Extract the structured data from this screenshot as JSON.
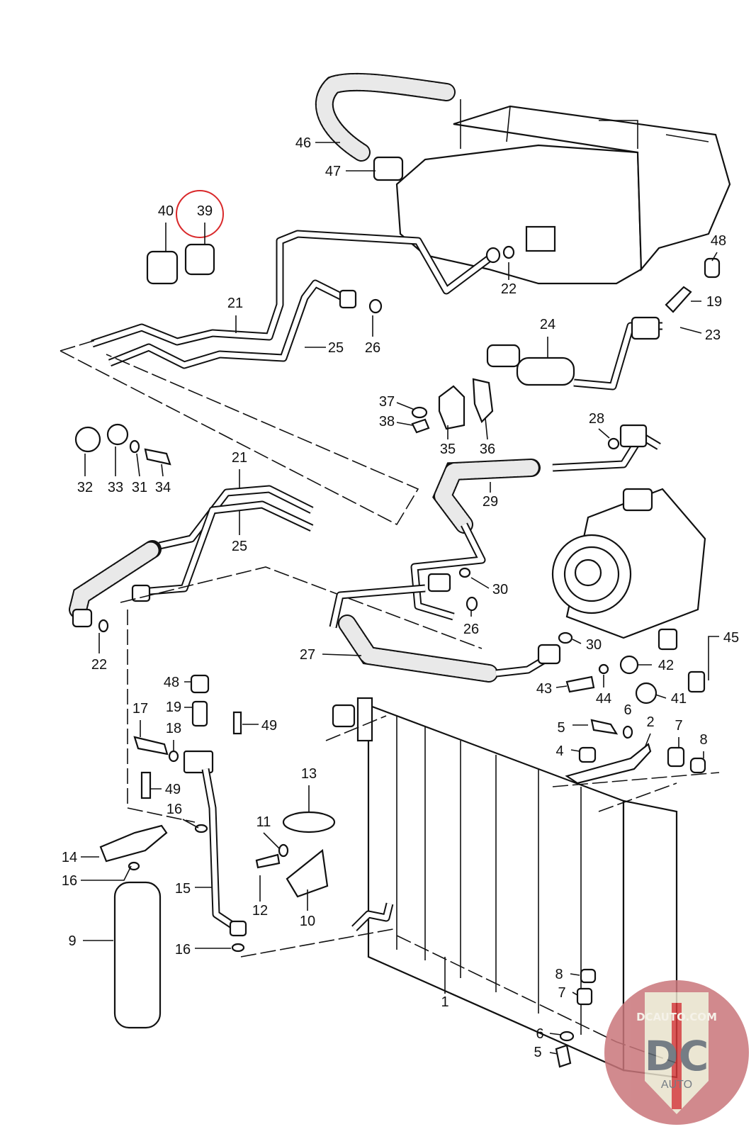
{
  "diagram": {
    "highlighted_callout": "39",
    "highlight_color": "#d9292b",
    "callouts": [
      "46",
      "47",
      "40",
      "39",
      "48",
      "22",
      "19",
      "21",
      "23",
      "24",
      "25",
      "26",
      "37",
      "38",
      "35",
      "36",
      "28",
      "32",
      "33",
      "31",
      "34",
      "21",
      "29",
      "25",
      "30",
      "26",
      "30",
      "45",
      "22",
      "27",
      "42",
      "43",
      "44",
      "41",
      "48",
      "6",
      "19",
      "49",
      "17",
      "2",
      "18",
      "5",
      "7",
      "8",
      "4",
      "13",
      "49",
      "16",
      "11",
      "14",
      "16",
      "15",
      "12",
      "10",
      "9",
      "16",
      "8",
      "7",
      "1",
      "6",
      "5"
    ]
  },
  "watermark": {
    "site": "DCAUTO.COM",
    "letters": "DC",
    "word": "AUTO",
    "colors": {
      "circle": "#c9757a",
      "shield": "#e8e2cc",
      "letters": "#5e6770",
      "stripe": "#d23a3a"
    }
  }
}
